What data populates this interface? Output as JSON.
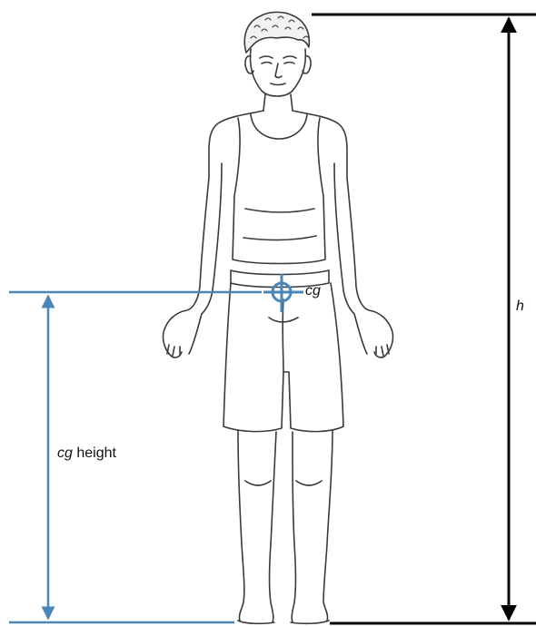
{
  "labels": {
    "cg": "cg",
    "h": "h",
    "cg_height_italic": "cg",
    "cg_height_rest": " height"
  },
  "colors": {
    "line_blue": "#4a86b8",
    "line_black": "#000000",
    "sketch": "#3a3a3a"
  },
  "figure": {
    "icon": "standing-person-sketch"
  }
}
